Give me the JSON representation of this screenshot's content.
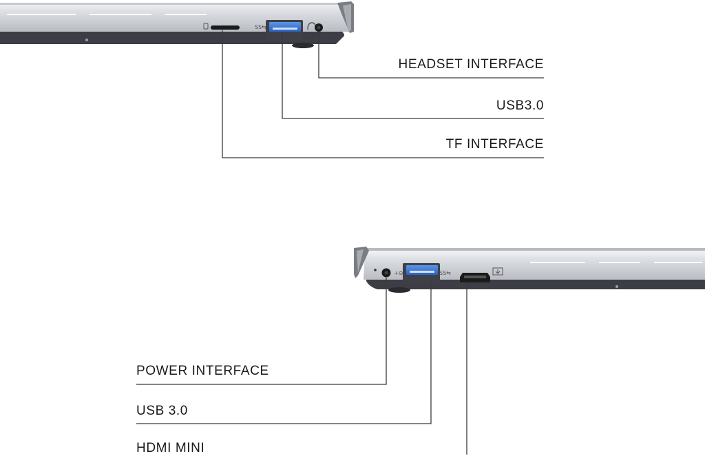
{
  "colors": {
    "background": "#ffffff",
    "line": "#3a3a3a",
    "chassis_top": "#e4e6e9",
    "chassis_mid": "#c9ccd1",
    "chassis_dark": "#3c3d44",
    "usb_blue": "#2f6fcf",
    "port_black": "#1b1b1b"
  },
  "icons": {
    "tf_slot": "sd-card-icon",
    "usb_top": "usb-ss-icon",
    "headset": "headphone-icon",
    "power": "dc-power-icon",
    "usb_bottom": "usb-ss-icon",
    "hdmi": "display-out-icon"
  },
  "right_side": {
    "labels": {
      "headset": "HEADSET INTERFACE",
      "usb": "USB3.0",
      "tf": "TF INTERFACE"
    }
  },
  "left_side": {
    "labels": {
      "power": "POWER INTERFACE",
      "usb": "USB 3.0",
      "hdmi": "HDMI MINI"
    }
  }
}
